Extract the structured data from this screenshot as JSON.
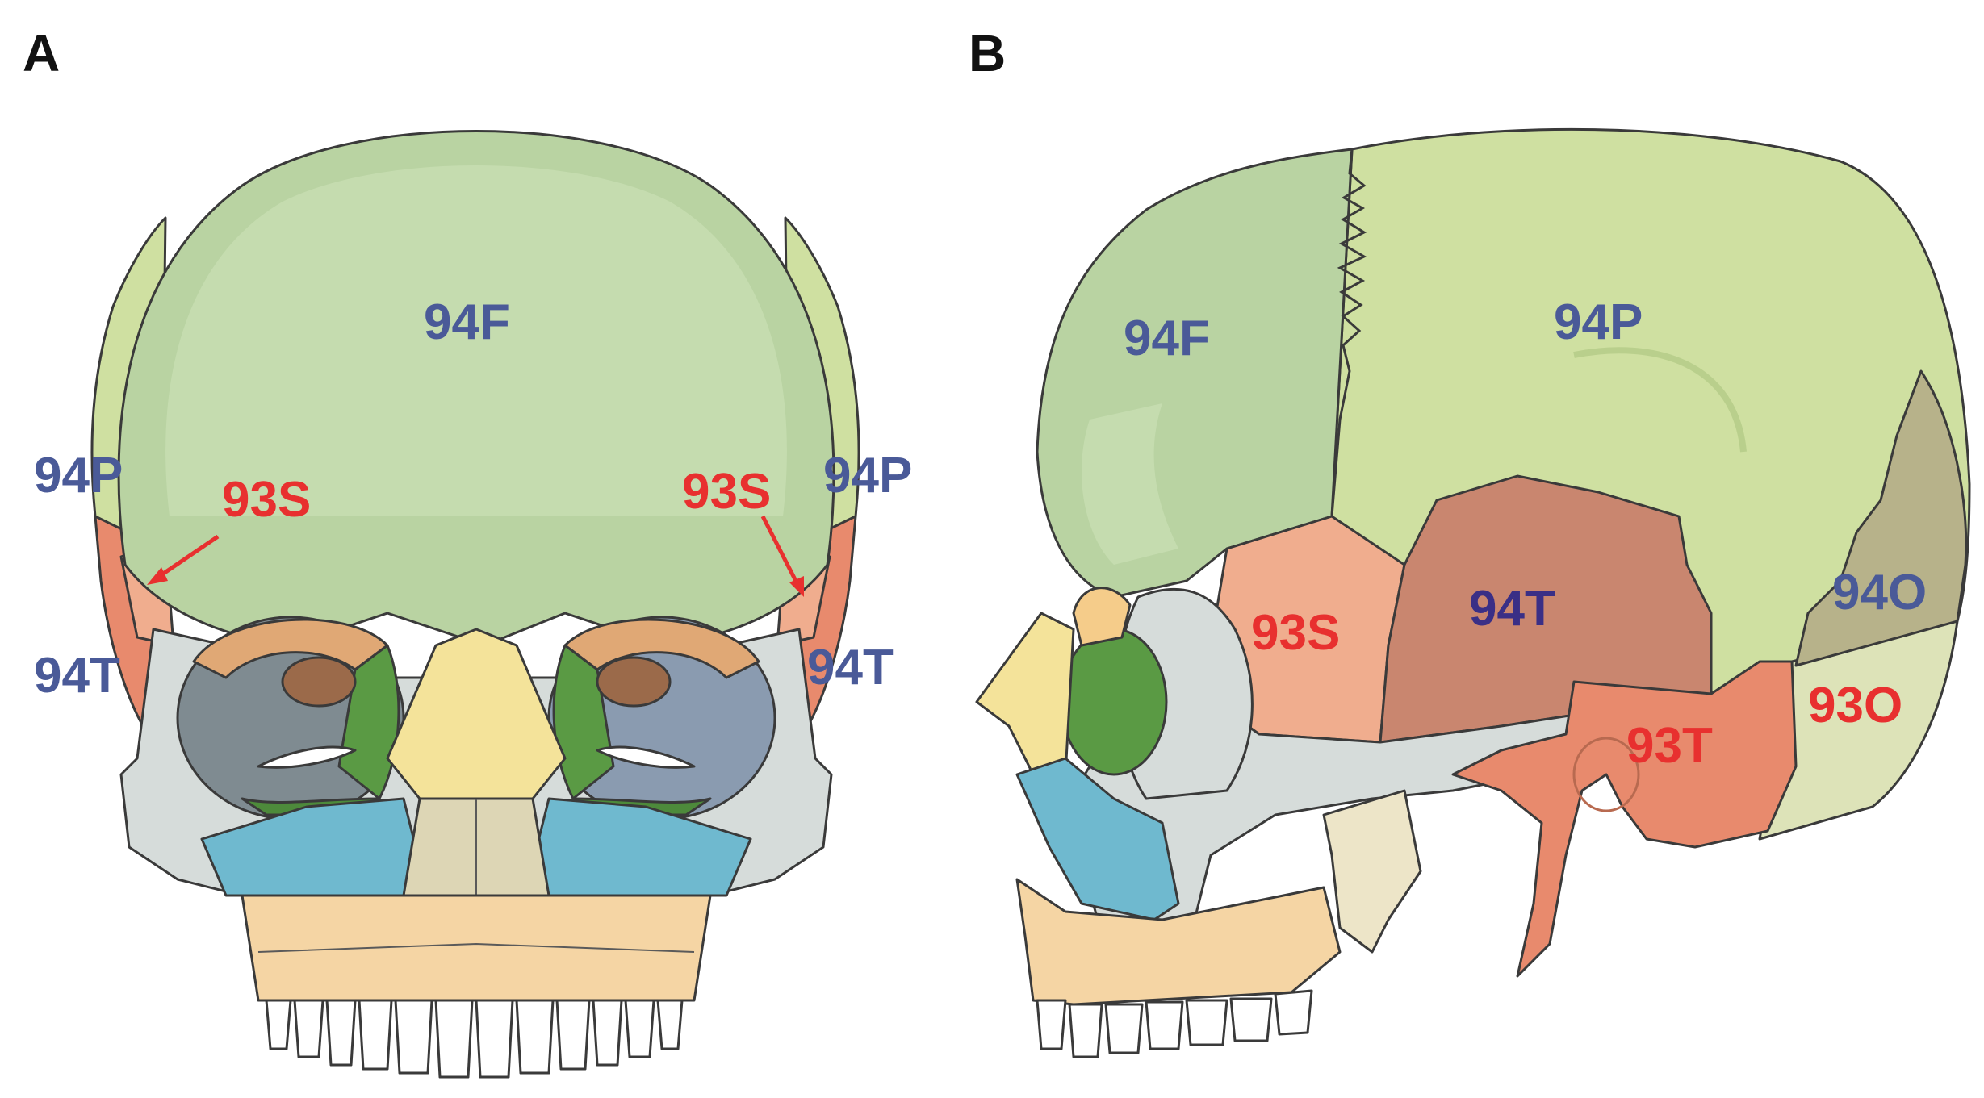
{
  "panels": {
    "a": {
      "letter": "A",
      "labels": {
        "frontal": "94F",
        "parietal_left": "94P",
        "parietal_right": "94P",
        "sphenoid_left": "93S",
        "sphenoid_right": "93S",
        "temporal_left": "94T",
        "temporal_right": "94T"
      }
    },
    "b": {
      "letter": "B",
      "labels": {
        "frontal": "94F",
        "parietal": "94P",
        "sphenoid": "93S",
        "temporal_squama": "94T",
        "occipital_upper": "94O",
        "temporal_lower": "93T",
        "occipital_lower": "93O"
      }
    }
  },
  "colors": {
    "label_1994": "#4a5a98",
    "label_1993": "#e8302f",
    "label_94t_lateral": "#3a2f86",
    "frontal": "#b9d3a2",
    "parietal": "#cfe0a1",
    "sphenoid": "#f0ad8e",
    "temporal": "#e88a6d",
    "temporal_squama": "#c9866f",
    "occipital_upper": "#b7b28a",
    "occipital_lower": "#dde3b8",
    "zygomatic": "#6fb9cf",
    "nasal": "#f4e39a",
    "maxilla": "#f5d5a4",
    "orbit_green": "#5a9a44",
    "orbit_gray": "#7f8b91",
    "lacrimal_brown": "#9b6a4a",
    "face_gray": "#d6dcda"
  }
}
